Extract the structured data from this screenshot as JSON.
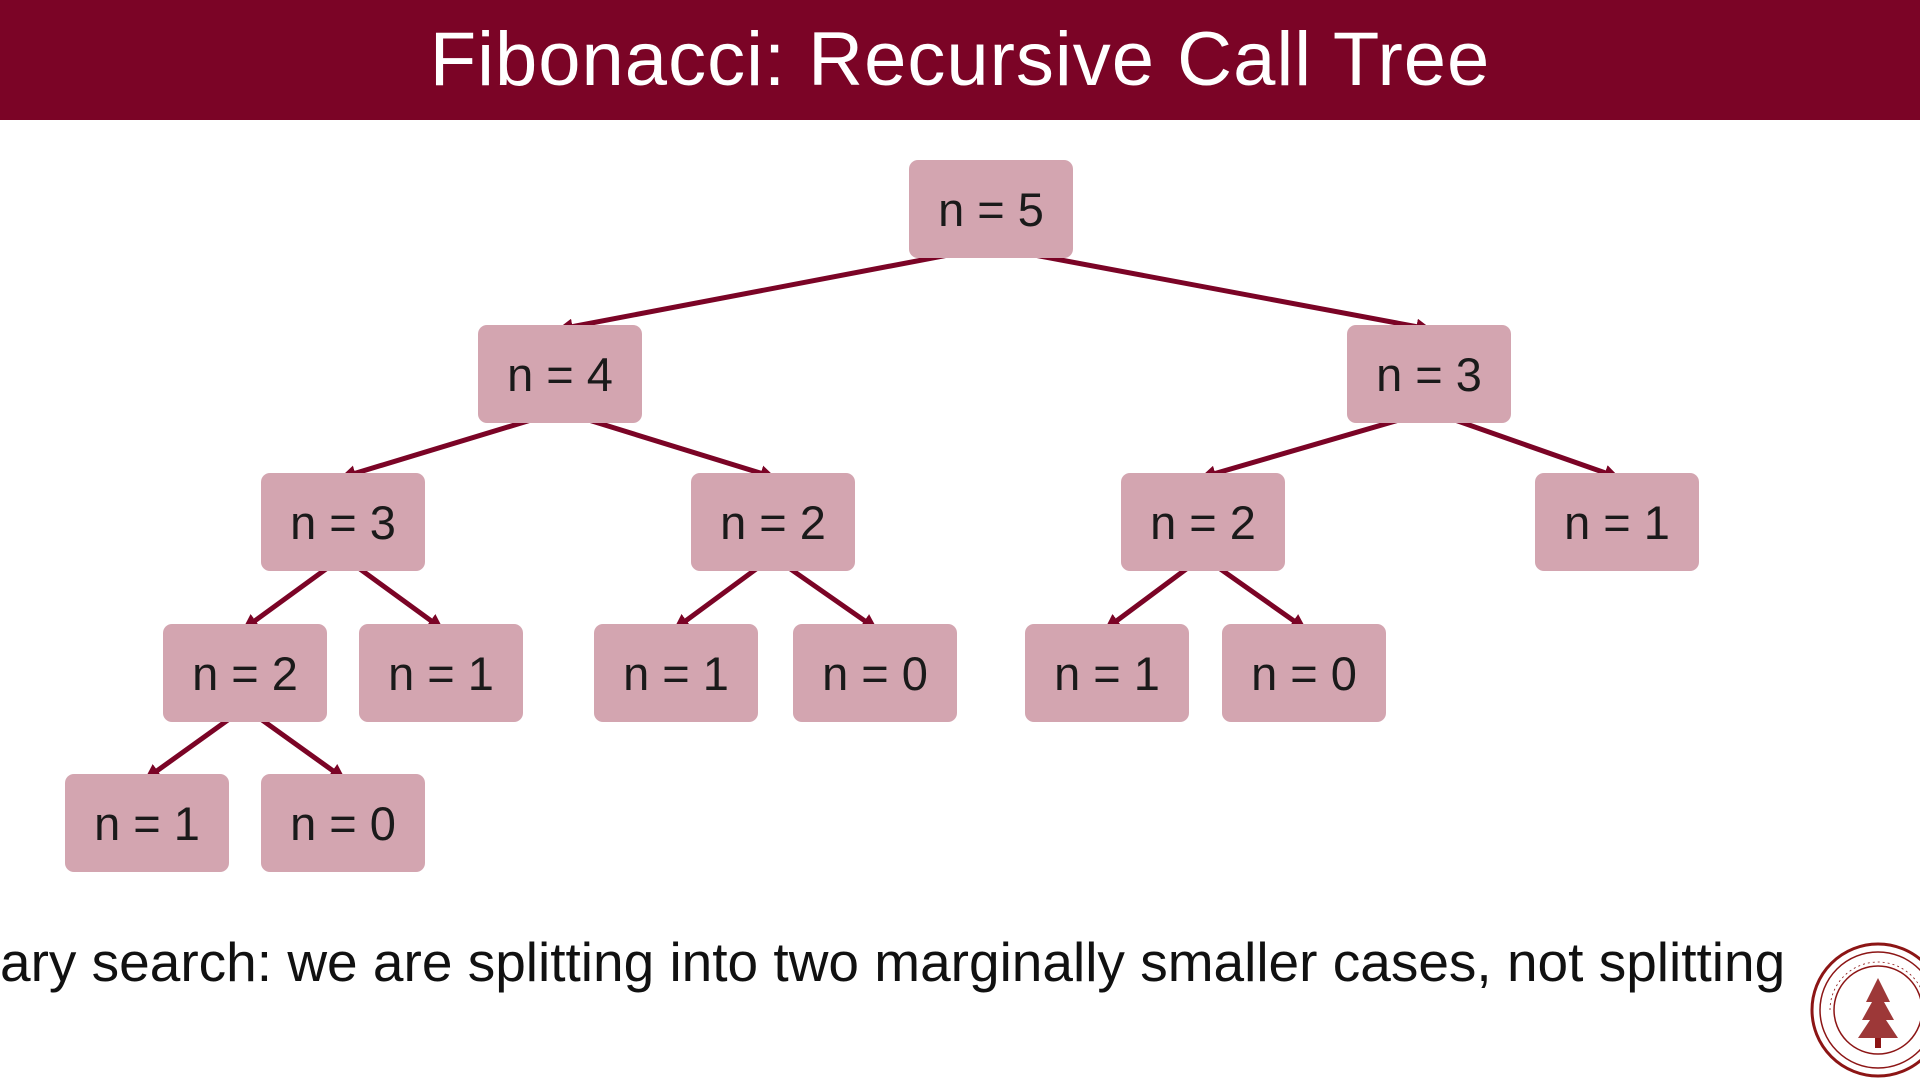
{
  "slide": {
    "title": "Fibonacci: Recursive Call Tree",
    "caption": "ary search: we are splitting into two marginally smaller cases, not splitting"
  },
  "tree": {
    "nodes": [
      {
        "id": "n5",
        "label": "n = 5",
        "parent": null
      },
      {
        "id": "n4",
        "label": "n = 4",
        "parent": "n5"
      },
      {
        "id": "n3a",
        "label": "n = 3",
        "parent": "n5"
      },
      {
        "id": "n3b",
        "label": "n = 3",
        "parent": "n4"
      },
      {
        "id": "n2a",
        "label": "n = 2",
        "parent": "n4"
      },
      {
        "id": "n2b",
        "label": "n = 2",
        "parent": "n3a"
      },
      {
        "id": "n1a",
        "label": "n = 1",
        "parent": "n3a"
      },
      {
        "id": "n2c",
        "label": "n = 2",
        "parent": "n3b"
      },
      {
        "id": "n1b",
        "label": "n = 1",
        "parent": "n3b"
      },
      {
        "id": "n1c",
        "label": "n = 1",
        "parent": "n2a"
      },
      {
        "id": "n0a",
        "label": "n = 0",
        "parent": "n2a"
      },
      {
        "id": "n1d",
        "label": "n = 1",
        "parent": "n2b"
      },
      {
        "id": "n0b",
        "label": "n = 0",
        "parent": "n2b"
      },
      {
        "id": "n1e",
        "label": "n = 1",
        "parent": "n2c"
      },
      {
        "id": "n0c",
        "label": "n = 0",
        "parent": "n2c"
      }
    ]
  },
  "colors": {
    "accent": "#7b0426",
    "node_fill": "#d3a5b0",
    "text": "#1a1a1a"
  },
  "icons": {
    "seal": "university-seal-icon"
  }
}
